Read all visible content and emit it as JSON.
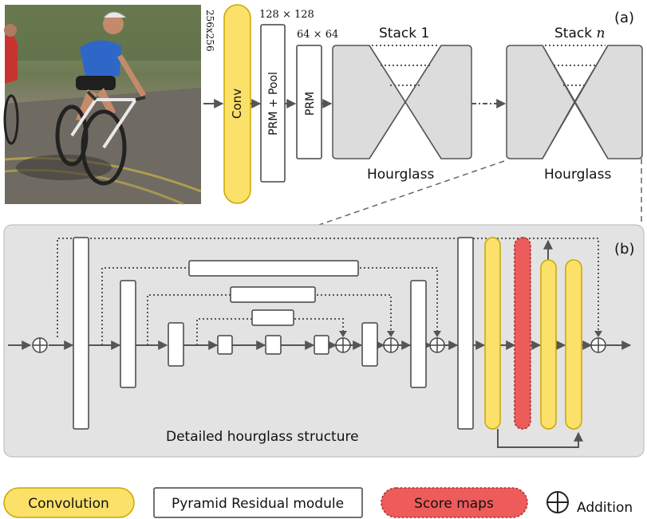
{
  "panel_a": {
    "tag": "(a)",
    "input_size": "256x256",
    "conv_label": "Conv",
    "prm_pool_label": "PRM + Pool",
    "prm_pool_size": "128 × 128",
    "prm_label": "PRM",
    "prm_size": "64 × 64",
    "stack1_title": "Stack 1",
    "stackn_title_prefix": "Stack ",
    "stackn_title_var": "n",
    "hourglass_label_1": "Hourglass",
    "hourglass_label_n": "Hourglass"
  },
  "panel_b": {
    "tag": "(b)",
    "caption": "Detailed hourglass structure"
  },
  "legend": {
    "convolution": "Convolution",
    "prm": "Pyramid Residual module",
    "score_maps": "Score maps",
    "addition": "Addition"
  },
  "colors": {
    "conv_fill": "#fbe06a",
    "conv_stroke": "#c9a800",
    "score_fill": "#ee5b5b",
    "score_stroke": "#a83030",
    "panel_bg": "#e3e3e3",
    "hourglass_fill": "#dcdcdc"
  },
  "icons": [
    "photo-cyclists",
    "plus-circle-icon"
  ]
}
